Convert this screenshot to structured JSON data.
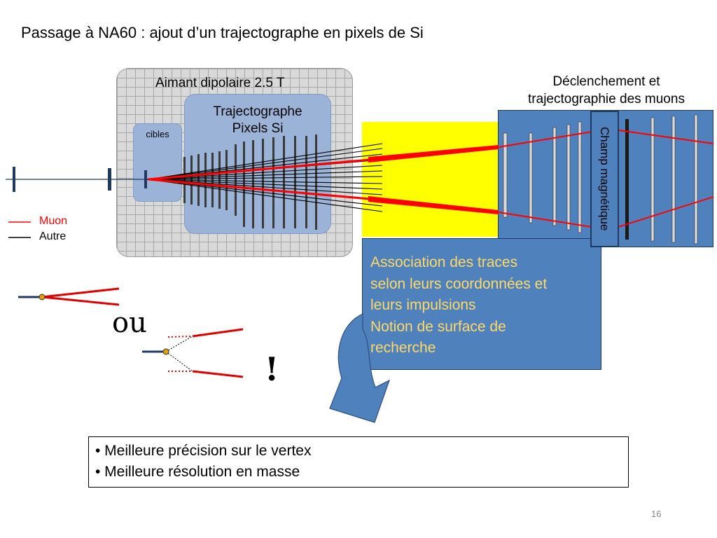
{
  "slide": {
    "title": "Passage à NA60 : ajout d’un trajectographe en pixels de Si",
    "page_number": "16"
  },
  "labels": {
    "magnet": "Aimant dipolaire 2.5 T",
    "tracker_line1": "Trajectographe",
    "tracker_line2": "Pixels Si",
    "targets": "cibles",
    "trigger_line1": "Déclenchement et",
    "trigger_line2": "trajectographie des muons",
    "magnetic_field": "Champ magnétique",
    "ou": "ou",
    "exclamation": "!"
  },
  "legend": {
    "muon": "Muon",
    "other": "Autre",
    "muon_color": "#ff0000",
    "other_color": "#000000"
  },
  "association": {
    "lines": [
      "Association des traces",
      "selon leurs coordonnées et",
      "leurs impulsions",
      "Notion de surface de",
      "recherche"
    ],
    "text_color": "#ffd966",
    "box_color": "#4f81bd"
  },
  "results": [
    "• Meilleure précision sur le vertex",
    "• Meilleure résolution en masse"
  ],
  "colors": {
    "absorber": "#ffff00",
    "spectrometer": "#4f81bd",
    "tracker": "#9bb3d6",
    "magnet": "#d9d9d9",
    "arrow": "#4f81bd"
  }
}
